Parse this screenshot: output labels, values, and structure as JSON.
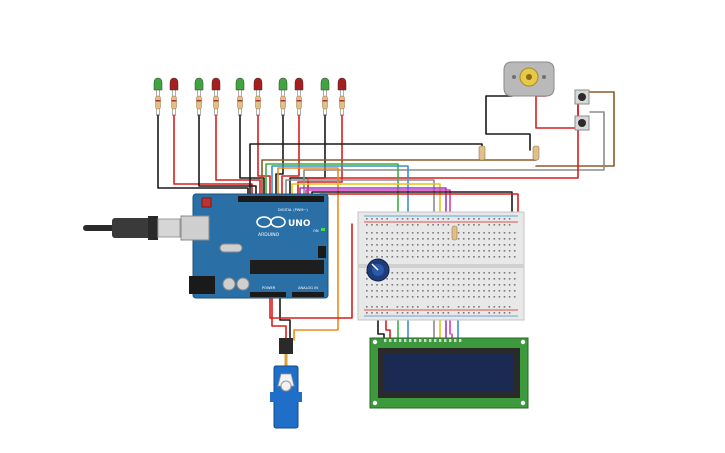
{
  "canvas": {
    "background": "#ffffff"
  },
  "arduino": {
    "board_color": "#2a6fa6",
    "logo_text": "UNO",
    "brand_text": "ARDUINO",
    "digital_label": "DIGITAL (PWM~)",
    "power_label": "POWER",
    "analog_label": "ANALOG IN",
    "on_label": "ON"
  },
  "leds": [
    {
      "color": "green"
    },
    {
      "color": "red"
    },
    {
      "color": "green"
    },
    {
      "color": "red"
    },
    {
      "color": "green"
    },
    {
      "color": "red"
    },
    {
      "color": "green"
    },
    {
      "color": "red"
    },
    {
      "color": "green"
    },
    {
      "color": "red"
    }
  ],
  "colors": {
    "led_green": "#3fa63f",
    "led_red": "#a61e1e",
    "wire_red": "#d81e1e",
    "wire_black": "#1a1a1a",
    "wire_brown": "#8b5a2b",
    "wire_green": "#3fae3f",
    "wire_blue": "#3c8dd8",
    "wire_yellow": "#e8c21a",
    "wire_orange": "#f08a1a",
    "wire_purple": "#9b3dc8",
    "wire_magenta": "#d83cb4",
    "wire_gray": "#8c8c8c",
    "lcd_frame": "#3c9a3c",
    "lcd_screen": "#1b2a52",
    "servo_blue": "#1f6fc8",
    "breadboard": "#e8e8e8"
  },
  "components": {
    "dc_motor": "motor",
    "pushbuttons": 2,
    "potentiometer": "potentiometer",
    "lcd": "16x2 LCD",
    "servo": "micro servo",
    "usb": "usb-cable"
  }
}
